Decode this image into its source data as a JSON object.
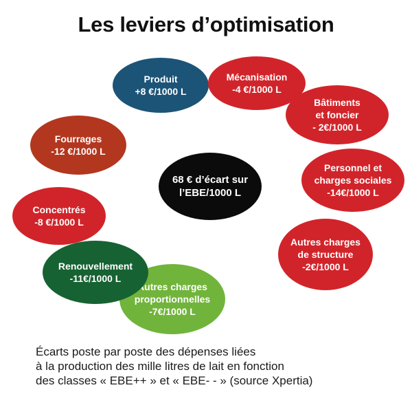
{
  "title": "Les leviers d’optimisation",
  "center": {
    "line1": "68 € d’écart sur",
    "line2": "l’EBE/1000 L",
    "color": "#0b0b0b"
  },
  "levers": [
    {
      "id": "produit",
      "lines": [
        "Produit",
        "+8 €/1000 L"
      ],
      "color": "#1c5478"
    },
    {
      "id": "mecanisation",
      "lines": [
        "Mécanisation",
        "-4 €/1000 L"
      ],
      "color": "#d1242a"
    },
    {
      "id": "batiments",
      "lines": [
        "Bâtiments",
        "et foncier",
        "- 2€/1000 L"
      ],
      "color": "#d1242a"
    },
    {
      "id": "personnel",
      "lines": [
        "Personnel et",
        "charges sociales",
        "-14€/1000 L"
      ],
      "color": "#d1242a"
    },
    {
      "id": "autres-structure",
      "lines": [
        "Autres charges",
        "de structure",
        "-2€/1000 L"
      ],
      "color": "#d1242a"
    },
    {
      "id": "autres-proportionnelles",
      "lines": [
        "Autres charges",
        "proportionnelles",
        "-7€/1000 L"
      ],
      "color": "#71b43b"
    },
    {
      "id": "renouvellement",
      "lines": [
        "Renouvellement",
        "-11€/1000 L"
      ],
      "color": "#176233"
    },
    {
      "id": "concentres",
      "lines": [
        "Concentrés",
        "-8 €/1000 L"
      ],
      "color": "#d1242a"
    },
    {
      "id": "fourrages",
      "lines": [
        "Fourrages",
        "-12 €/1000 L"
      ],
      "color": "#b3371f"
    }
  ],
  "caption": [
    "Écarts poste par poste des dépenses liées",
    "à la production des mille litres de lait en fonction",
    "des classes « EBE++ » et « EBE- - » (source Xpertia)"
  ]
}
